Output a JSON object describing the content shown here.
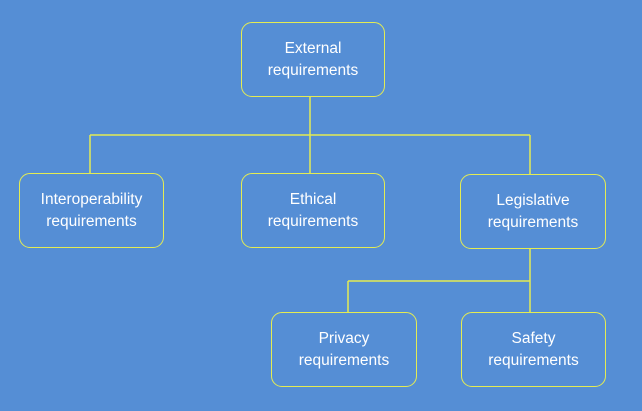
{
  "diagram": {
    "line_color": "#e4ec53",
    "background_color": "#558ed5",
    "text_color": "#ffffff",
    "nodes": {
      "external": {
        "line1": "External",
        "line2": "requirements"
      },
      "interoperability": {
        "line1": "Interoperability",
        "line2": "requirements"
      },
      "ethical": {
        "line1": "Ethical",
        "line2": "requirements"
      },
      "legislative": {
        "line1": "Legislative",
        "line2": "requirements"
      },
      "privacy": {
        "line1": "Privacy",
        "line2": "requirements"
      },
      "safety": {
        "line1": "Safety",
        "line2": "requirements"
      }
    },
    "edges": [
      [
        "external",
        "interoperability"
      ],
      [
        "external",
        "ethical"
      ],
      [
        "external",
        "legislative"
      ],
      [
        "legislative",
        "privacy"
      ],
      [
        "legislative",
        "safety"
      ]
    ]
  }
}
